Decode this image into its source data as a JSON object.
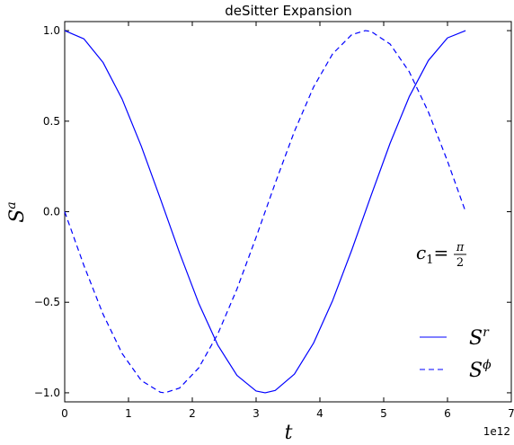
{
  "chart_data": {
    "type": "line",
    "title": "deSitter Expansion",
    "xlabel": "t",
    "ylabel_base": "S",
    "ylabel_sup": "a",
    "x_offset_label": "1e12",
    "xlim": [
      0,
      7
    ],
    "ylim": [
      -1.05,
      1.05
    ],
    "x_scale_factor": 1000000000000.0,
    "xticks": [
      0,
      1,
      2,
      3,
      4,
      5,
      6,
      7
    ],
    "yticks": [
      -1.0,
      -0.5,
      0.0,
      0.5,
      1.0
    ],
    "xtick_labels": [
      "0",
      "1",
      "2",
      "3",
      "4",
      "5",
      "6",
      "7"
    ],
    "ytick_labels": [
      "−1.0",
      "−0.5",
      "0.0",
      "0.5",
      "1.0"
    ],
    "grid": false,
    "legend_position": "bottom-right",
    "annotation": {
      "lhs_base": "c",
      "lhs_sub": "1",
      "equals": "=",
      "numerator": "π",
      "denominator": "2"
    },
    "series": [
      {
        "name_base": "S",
        "name_sup": "r",
        "style": "solid",
        "color": "#0000ff",
        "x": [
          0,
          0.3,
          0.6,
          0.9,
          1.2,
          1.5,
          1.8,
          2.1,
          2.4,
          2.7,
          3.0,
          3.1416,
          3.3,
          3.6,
          3.9,
          4.2,
          4.5,
          4.8,
          5.1,
          5.4,
          5.7,
          6.0,
          6.2832
        ],
        "y": [
          1.0,
          0.955,
          0.825,
          0.622,
          0.362,
          0.071,
          -0.227,
          -0.505,
          -0.737,
          -0.904,
          -0.99,
          -1.0,
          -0.987,
          -0.897,
          -0.726,
          -0.49,
          -0.211,
          0.087,
          0.378,
          0.635,
          0.835,
          0.96,
          1.0
        ]
      },
      {
        "name_base": "S",
        "name_sup": "ϕ",
        "style": "dashed",
        "color": "#0000ff",
        "x": [
          0,
          0.3,
          0.6,
          0.9,
          1.2,
          1.5,
          1.5708,
          1.8,
          2.1,
          2.4,
          2.7,
          3.0,
          3.3,
          3.6,
          3.9,
          4.2,
          4.5,
          4.7124,
          4.8,
          5.1,
          5.4,
          5.7,
          6.0,
          6.2832
        ],
        "y": [
          0.0,
          -0.296,
          -0.565,
          -0.783,
          -0.932,
          -0.997,
          -1.0,
          -0.974,
          -0.863,
          -0.675,
          -0.427,
          -0.141,
          0.158,
          0.443,
          0.688,
          0.872,
          0.978,
          1.0,
          0.996,
          0.926,
          0.773,
          0.551,
          0.279,
          0.0
        ]
      }
    ]
  }
}
